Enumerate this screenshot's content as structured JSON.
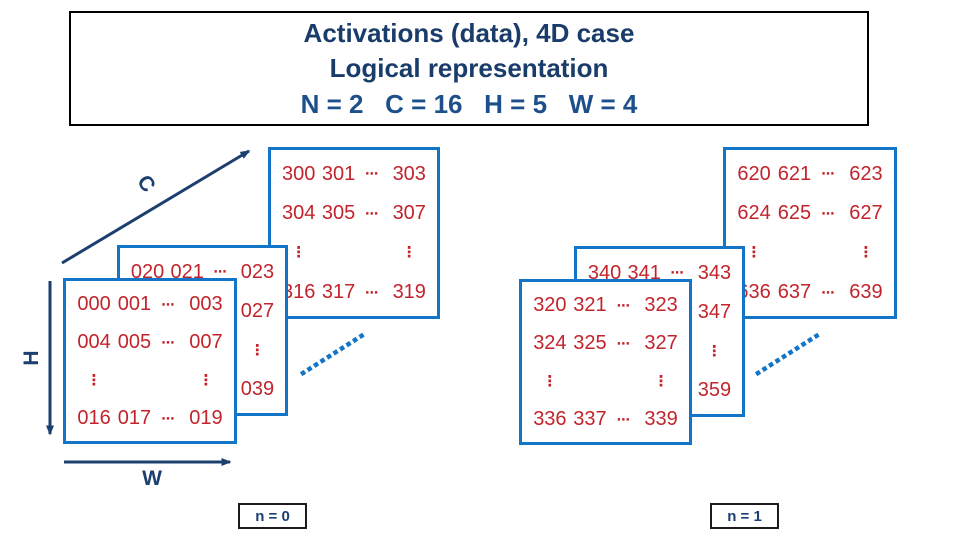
{
  "title": {
    "line1": "Activations (data), 4D case",
    "line2": "Logical representation",
    "line3": "N = 2   C = 16   H = 5   W = 4"
  },
  "axes": {
    "c": "C",
    "h": "H",
    "w": "W"
  },
  "colors": {
    "matrix_border": "#1375C8",
    "number_red": "#C2242C",
    "navy": "#1B3F6E",
    "dotted_blue": "#1375C8",
    "title_navy": "#1A3C6A",
    "box_border_black": "#000000"
  },
  "groups": [
    {
      "n_label": "n = 0",
      "matrices": {
        "front": {
          "rows": [
            [
              "000",
              "001",
              "⋯",
              "003"
            ],
            [
              "004",
              "005",
              "⋯",
              "007"
            ],
            [
              "⋮",
              "",
              "",
              "⋮"
            ],
            [
              "016",
              "017",
              "⋯",
              "019"
            ]
          ]
        },
        "middle": {
          "rows": [
            [
              "020",
              "021",
              "⋯",
              "023"
            ],
            [
              "",
              "",
              "",
              "027"
            ],
            [
              "",
              "",
              "",
              "⋮"
            ],
            [
              "",
              "",
              "",
              "039"
            ]
          ]
        },
        "back": {
          "rows": [
            [
              "300",
              "301",
              "⋯",
              "303"
            ],
            [
              "304",
              "305",
              "⋯",
              "307"
            ],
            [
              "⋮",
              "",
              "",
              "⋮"
            ],
            [
              "316",
              "317",
              "⋯",
              "319"
            ]
          ]
        }
      }
    },
    {
      "n_label": "n = 1",
      "matrices": {
        "front": {
          "rows": [
            [
              "320",
              "321",
              "⋯",
              "323"
            ],
            [
              "324",
              "325",
              "⋯",
              "327"
            ],
            [
              "⋮",
              "",
              "",
              "⋮"
            ],
            [
              "336",
              "337",
              "⋯",
              "339"
            ]
          ]
        },
        "middle": {
          "rows": [
            [
              "340",
              "341",
              "⋯",
              "343"
            ],
            [
              "",
              "",
              "",
              "347"
            ],
            [
              "",
              "",
              "",
              "⋮"
            ],
            [
              "",
              "",
              "",
              "359"
            ]
          ]
        },
        "back": {
          "rows": [
            [
              "620",
              "621",
              "⋯",
              "623"
            ],
            [
              "624",
              "625",
              "⋯",
              "627"
            ],
            [
              "⋮",
              "",
              "",
              "⋮"
            ],
            [
              "636",
              "637",
              "⋯",
              "639"
            ]
          ]
        }
      }
    }
  ]
}
